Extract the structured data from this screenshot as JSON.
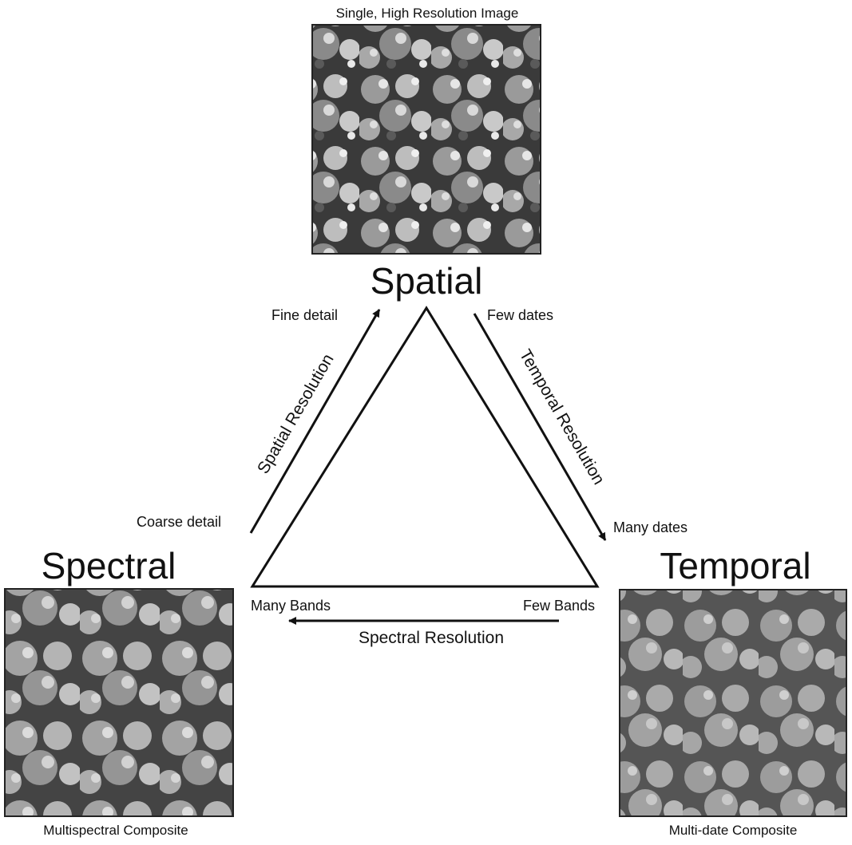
{
  "images": {
    "spatial": {
      "caption": "Single, High Resolution Image",
      "style": "dense canopy, sharp"
    },
    "spectral": {
      "caption": "Multispectral Composite",
      "style": "dense canopy, soft"
    },
    "temporal": {
      "caption": "Multi-date Composite",
      "style": "dense canopy, hazy"
    }
  },
  "vertices": {
    "spatial": "Spatial",
    "spectral": "Spectral",
    "temporal": "Temporal"
  },
  "axes": {
    "spatial_resolution": {
      "label": "Spatial Resolution",
      "start": "Coarse detail",
      "end": "Fine detail"
    },
    "temporal_resolution": {
      "label": "Temporal Resolution",
      "start": "Few dates",
      "end": "Many dates"
    },
    "spectral_resolution": {
      "label": "Spectral Resolution",
      "start": "Few Bands",
      "end": "Many Bands"
    }
  },
  "colors": {
    "ink": "#111111",
    "photo_dark": "#2b2b2b",
    "photo_light": "#d8d8d8"
  }
}
